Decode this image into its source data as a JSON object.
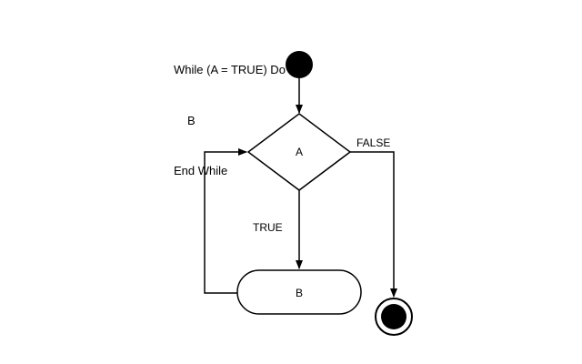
{
  "pseudocode": {
    "line1": "While (A = TRUE) Do",
    "line2": "B",
    "line3": "End While"
  },
  "nodes": {
    "decision_label": "A",
    "action_label": "B"
  },
  "edges": {
    "true_label": "TRUE",
    "false_label": "FALSE"
  },
  "colors": {
    "stroke": "#000000",
    "fill": "#ffffff",
    "node_fill": "#000000"
  }
}
